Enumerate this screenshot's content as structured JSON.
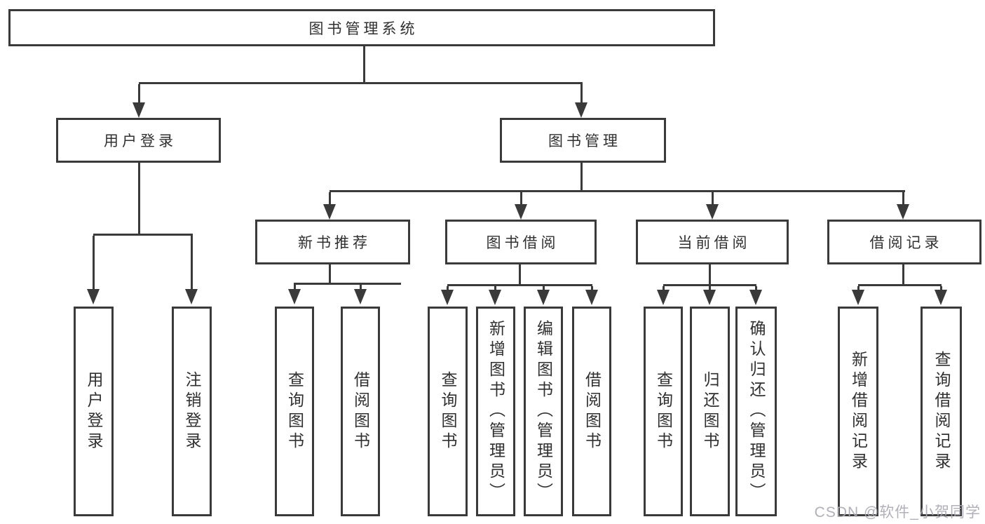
{
  "diagram_title": "图书管理系统",
  "nodes": {
    "root": {
      "label": "图书管理系统"
    },
    "user_login": {
      "label": "用户登录"
    },
    "book_mgmt": {
      "label": "图书管理"
    },
    "login": {
      "label": "用户登录"
    },
    "logout": {
      "label": "注销登录"
    },
    "new_book_rec": {
      "label": "新书推荐"
    },
    "book_borrow": {
      "label": "图书借阅"
    },
    "current_borrow": {
      "label": "当前借阅"
    },
    "borrow_records": {
      "label": "借阅记录"
    },
    "nbr_query_books": {
      "label": "查询图书"
    },
    "nbr_borrow_books": {
      "label": "借阅图书"
    },
    "bb_query_books": {
      "label": "查询图书"
    },
    "bb_add_books": {
      "label": "新增图书（管理员）"
    },
    "bb_edit_books": {
      "label": "编辑图书（管理员）"
    },
    "bb_borrow_books": {
      "label": "借阅图书"
    },
    "cb_query_books": {
      "label": "查询图书"
    },
    "cb_return_books": {
      "label": "归还图书"
    },
    "cb_confirm_return": {
      "label": "确认归还（管理员）"
    },
    "br_add_record": {
      "label": "新增借阅记录"
    },
    "br_query_record": {
      "label": "查询借阅记录"
    }
  },
  "watermark": {
    "text": "CSDN @软件_小贺同学"
  },
  "colors": {
    "line": "#3a3a3a",
    "text": "#303030",
    "watermark": "#aaaab2",
    "bg": "#ffffff"
  }
}
